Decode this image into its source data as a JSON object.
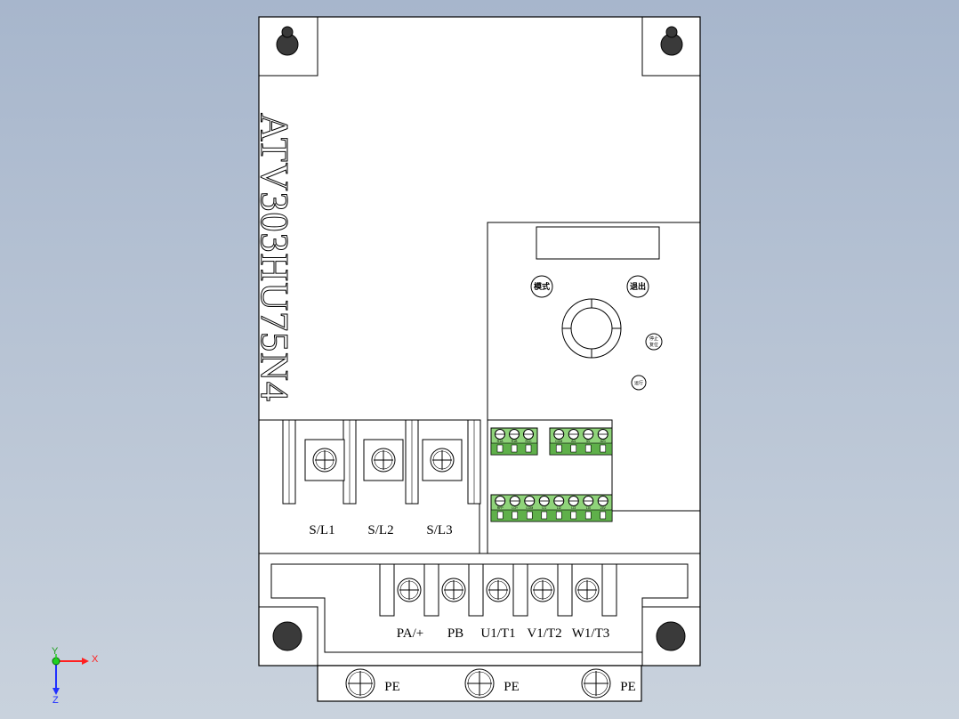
{
  "model_label": "ATV303HU75N4",
  "keypad": {
    "mode_button_label": "模式",
    "exit_button_label": "退出",
    "run_button_label": "运行",
    "stop_button_labels": [
      "停止",
      "复位"
    ]
  },
  "input_terminals": [
    "S/L1",
    "S/L2",
    "S/L3"
  ],
  "output_terminals": [
    "PA/+",
    "PB",
    "U1/T1",
    "V1/T2",
    "W1/T3"
  ],
  "ground_terminals": [
    "PE",
    "PE",
    "PE"
  ],
  "relay_block_a": [
    "R1A",
    "R1B",
    "R1C"
  ],
  "relay_block_b": [
    "COM",
    "AI1",
    "5V",
    "AV1"
  ],
  "io_block": [
    "RFP",
    "LO+",
    "COM",
    "LI1",
    "LI2",
    "LI3",
    "LI4",
    "24V"
  ],
  "axes": {
    "x_label": "X",
    "y_label": "Y",
    "z_label": "Z"
  },
  "colors": {
    "background": "#b4c0d1",
    "terminal_green": "#8fd37a",
    "axis_x": "#ff2020",
    "axis_y": "#20d020",
    "axis_z": "#2030ff"
  }
}
